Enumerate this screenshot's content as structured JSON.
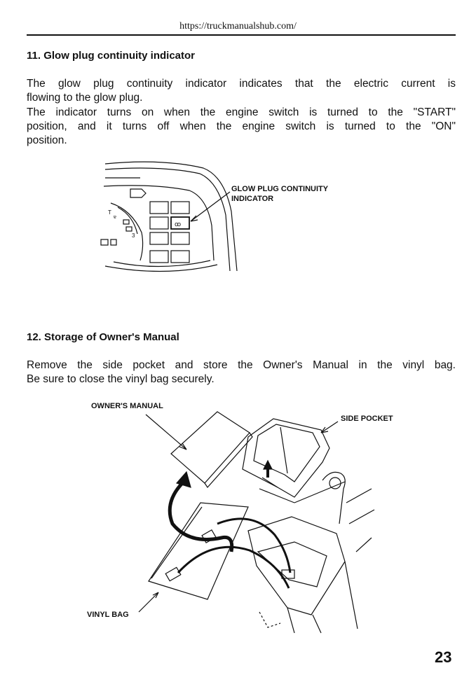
{
  "header": {
    "url": "https://truckmanualshub.com/"
  },
  "section11": {
    "heading": "11. Glow plug continuity indicator",
    "para1_line1": "The glow plug continuity indicator indicates that the electric current is",
    "para1_line2": "flowing to the glow plug.",
    "para2_line1": "The indicator turns on when the engine switch is turned to the \"START\"",
    "para2_line2": "position, and it turns off when the engine switch is turned to the \"ON\"",
    "para2_line3": "position.",
    "figure_label_line1": "GLOW PLUG CONTINUITY",
    "figure_label_line2": "INDICATOR"
  },
  "section12": {
    "heading": "12. Storage of Owner's Manual",
    "para_line1": "Remove the side pocket and store the Owner's Manual in the vinyl bag.",
    "para_line2": "Be sure to close the vinyl bag securely.",
    "label_owners_manual": "OWNER'S MANUAL",
    "label_side_pocket": "SIDE POCKET",
    "label_vinyl_bag": "VINYL BAG"
  },
  "page_number": "23"
}
